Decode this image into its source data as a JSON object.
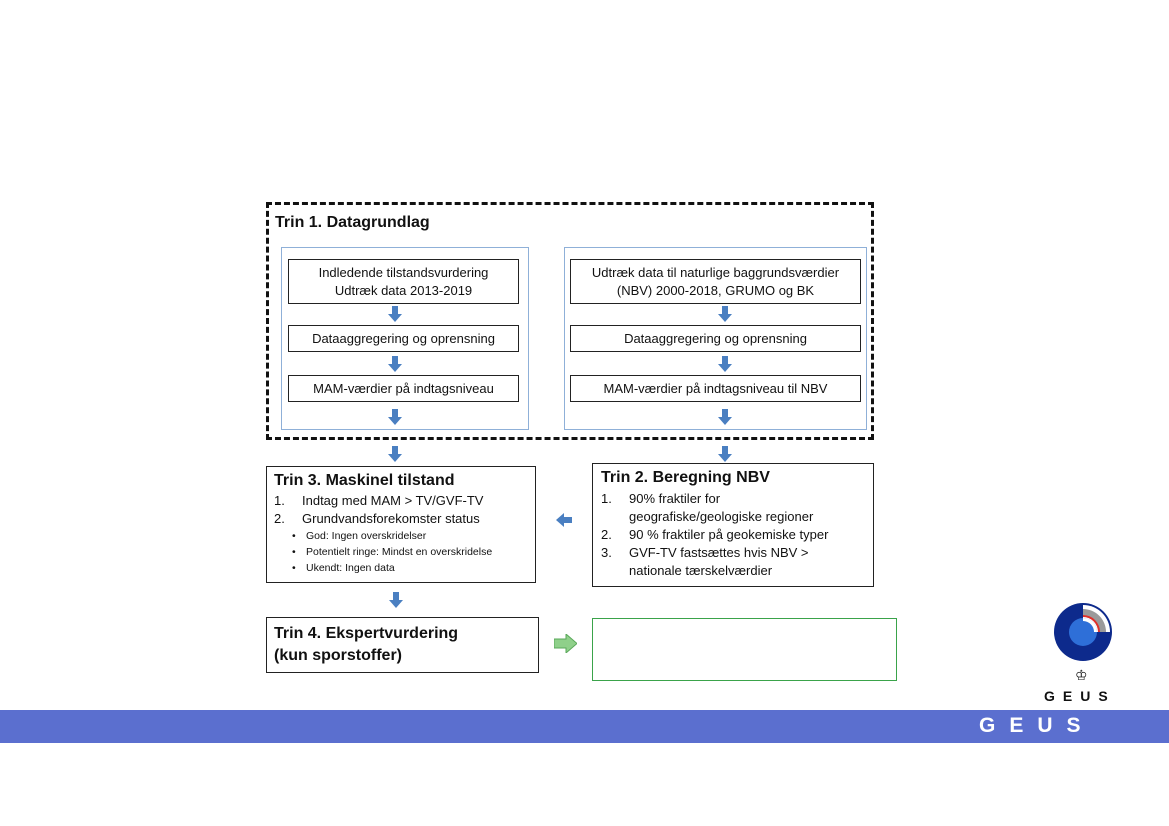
{
  "trin1": {
    "title": "Trin 1. Datagrundlag",
    "left": {
      "step1": "Indledende tilstandsvurdering\nUdtræk data 2013-2019",
      "step2": "Dataaggregering og oprensning",
      "step3": "MAM-værdier på indtagsniveau"
    },
    "right": {
      "step1": "Udtræk data til naturlige baggrundsværdier\n(NBV) 2000-2018, GRUMO og BK",
      "step2": "Dataaggregering og oprensning",
      "step3": "MAM-værdier på indtagsniveau til NBV"
    }
  },
  "trin2": {
    "title": "Trin 2. Beregning NBV",
    "items": [
      {
        "num": "1.",
        "text": "90% fraktiler for"
      },
      {
        "num": "",
        "text": "geografiske/geologiske regioner"
      },
      {
        "num": "2.",
        "text": "90 % fraktiler på geokemiske typer"
      },
      {
        "num": "3.",
        "text": "GVF-TV fastsættes hvis NBV >"
      },
      {
        "num": "",
        "text": "nationale tærskelværdier"
      }
    ]
  },
  "trin3": {
    "title": "Trin 3. Maskinel tilstand",
    "items": [
      {
        "num": "1.",
        "text": "Indtag med MAM > TV/GVF-TV"
      },
      {
        "num": "2.",
        "text": "Grundvandsforekomster status"
      }
    ],
    "subitems": [
      "God: Ingen overskridelser",
      "Potentielt ringe: Mindst en overskridelse",
      "Ukendt: Ingen data"
    ],
    "bullet": "•"
  },
  "trin4": {
    "title_line1": "Trin 4. Ekspertvurdering",
    "title_line2": "(kun sporstoffer)"
  },
  "logo": {
    "text": "GEUS",
    "crown": "♔"
  },
  "footer": {
    "text": "GEUS"
  },
  "colors": {
    "arrow_blue": "#4a7fc1",
    "arrow_green": "#8fd08a",
    "result_border": "#3aa34a",
    "band": "#5b6fcf",
    "logo_navy": "#0d2a8c",
    "logo_red": "#e0302a",
    "logo_grey": "#9a9a9a",
    "logo_blue": "#2e6fd8"
  }
}
